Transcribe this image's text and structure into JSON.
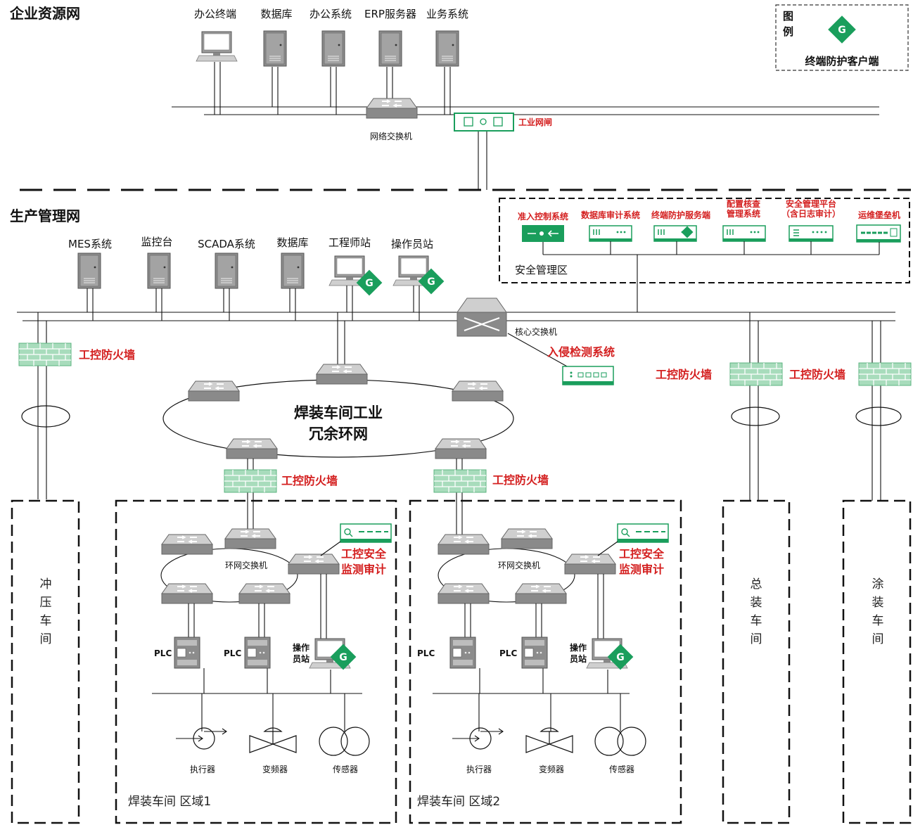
{
  "colors": {
    "green": "#1a9e5c",
    "red": "#d42020",
    "gray": "#7a7a7a",
    "firewall": "#8fd1a8"
  },
  "legend": {
    "title_1": "图",
    "title_2": "例",
    "icon": "G",
    "caption": "终端防护客户端"
  },
  "enterprise": {
    "title": "企业资源网",
    "devices": [
      "办公终端",
      "数据库",
      "办公系统",
      "ERP服务器",
      "业务系统"
    ],
    "switch_label": "网络交换机",
    "gateway_label": "工业网闸"
  },
  "production": {
    "title": "生产管理网",
    "devices": [
      "MES系统",
      "监控台",
      "SCADA系统",
      "数据库",
      "工程师站",
      "操作员站"
    ],
    "core_switch_label": "核心交换机",
    "ids_label": "入侵检测系统",
    "firewall_label": "工控防火墙"
  },
  "security_zone": {
    "title": "安全管理区",
    "items": [
      {
        "l1": "准入控制系统",
        "l2": ""
      },
      {
        "l1": "数据库审计系统",
        "l2": ""
      },
      {
        "l1": "终端防护服务端",
        "l2": ""
      },
      {
        "l1": "配置核查",
        "l2": "管理系统"
      },
      {
        "l1": "安全管理平台",
        "l2": "（含日志审计）"
      },
      {
        "l1": "运维堡垒机",
        "l2": ""
      }
    ]
  },
  "ring": {
    "line1": "焊装车间工业",
    "line2": "冗余环网"
  },
  "zone1": {
    "title": "焊装车间  区域1",
    "ring_switch_label": "环网交换机",
    "monitor_l1": "工控安全",
    "monitor_l2": "监测审计",
    "plc": "PLC",
    "op_l1": "操作",
    "op_l2": "员站",
    "field": [
      "执行器",
      "变频器",
      "传感器"
    ]
  },
  "zone2": {
    "title": "焊装车间  区域2",
    "ring_switch_label": "环网交换机",
    "monitor_l1": "工控安全",
    "monitor_l2": "监测审计",
    "plc": "PLC",
    "op_l1": "操作",
    "op_l2": "员站",
    "field": [
      "执行器",
      "变频器",
      "传感器"
    ]
  },
  "workshops": {
    "stamping": [
      "冲",
      "压",
      "车",
      "间"
    ],
    "assembly": [
      "总",
      "装",
      "车",
      "间"
    ],
    "painting": [
      "涂",
      "装",
      "车",
      "间"
    ]
  }
}
